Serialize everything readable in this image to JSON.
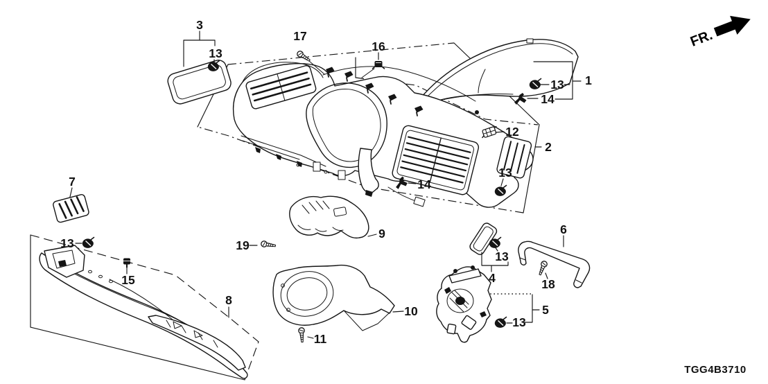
{
  "diagram": {
    "code": "TGG4B3710",
    "direction_label": "FR.",
    "callouts": {
      "c1": "1",
      "c2": "2",
      "c3": "3",
      "c4": "4",
      "c5": "5",
      "c6": "6",
      "c7": "7",
      "c8": "8",
      "c9": "9",
      "c10": "10",
      "c11": "11",
      "c12": "12",
      "c13": "13",
      "c14": "14",
      "c15": "15",
      "c16": "16",
      "c17": "17",
      "c18": "18",
      "c19": "19"
    }
  }
}
